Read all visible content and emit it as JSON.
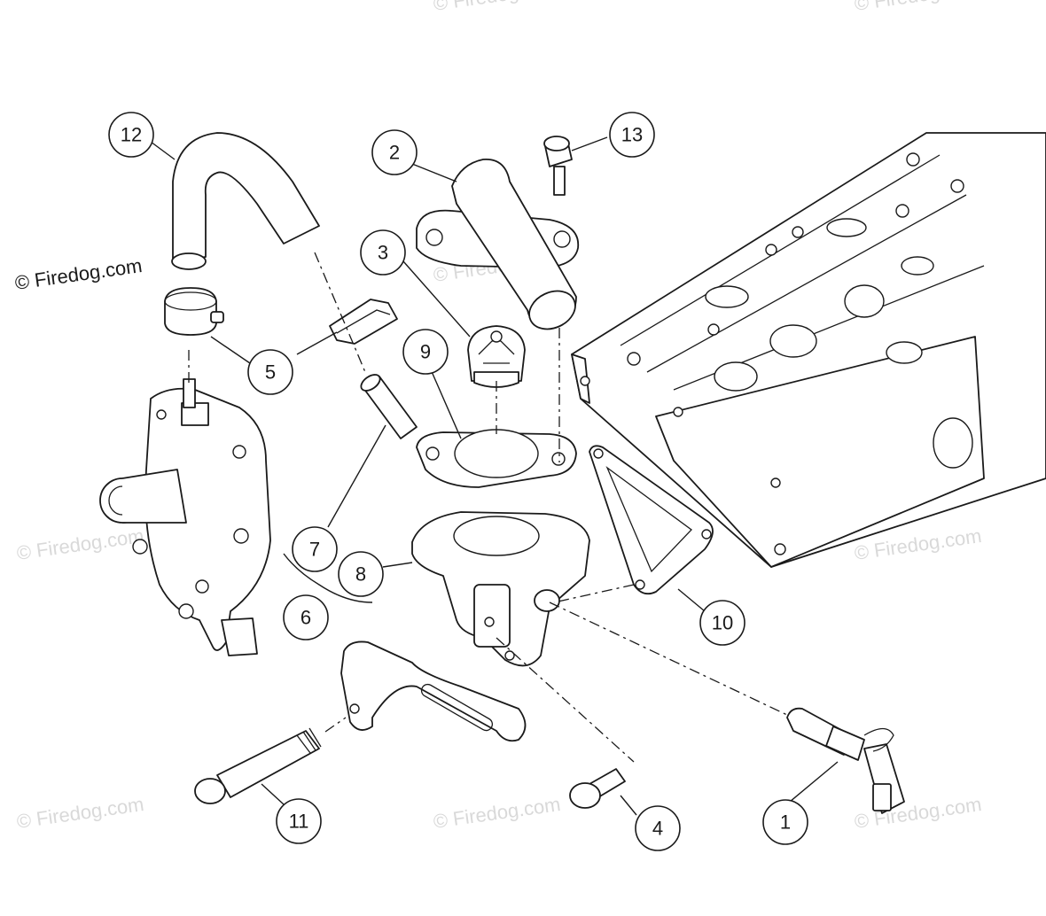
{
  "watermark": {
    "text": "© Firedog.com",
    "color": "#d9d9d9"
  },
  "credit": {
    "text": "© Firedog.com"
  },
  "callouts": [
    {
      "label": "1"
    },
    {
      "label": "2"
    },
    {
      "label": "3"
    },
    {
      "label": "4"
    },
    {
      "label": "5"
    },
    {
      "label": "6"
    },
    {
      "label": "7"
    },
    {
      "label": "8"
    },
    {
      "label": "9"
    },
    {
      "label": "10"
    },
    {
      "label": "11"
    },
    {
      "label": "12"
    },
    {
      "label": "13"
    }
  ]
}
